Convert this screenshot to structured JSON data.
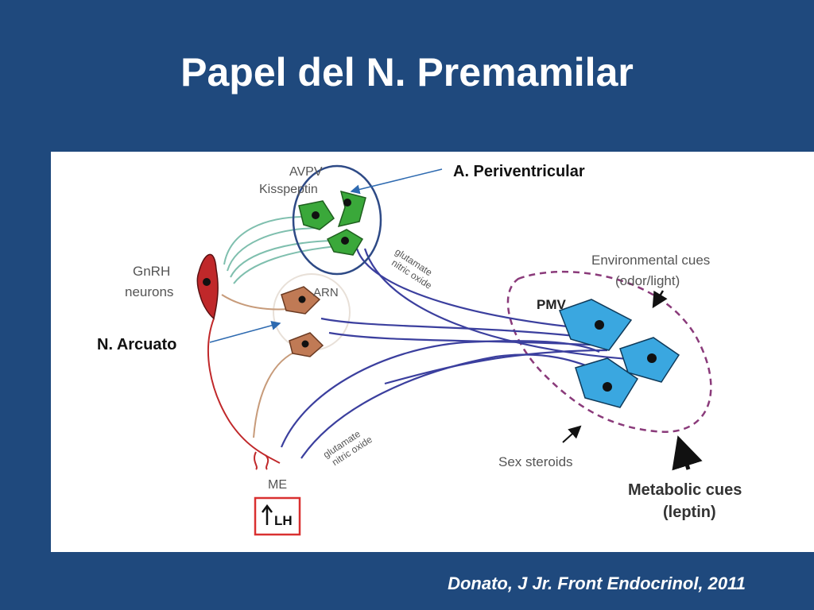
{
  "slide": {
    "title": "Papel del N. Premamilar",
    "citation": "Donato, J Jr. Front Endocrinol, 2011"
  },
  "diagram": {
    "labels": {
      "avpv": "AVPV",
      "kisspeptin": "Kisspeptin",
      "gnrh": "GnRH",
      "neurons": "neurons",
      "arn": "ARN",
      "pmv": "PMV",
      "environmental_cues_1": "Environmental cues",
      "environmental_cues_2": "(odor/light)",
      "sex_steroids": "Sex steroids",
      "metabolic_cues_1": "Metabolic cues",
      "metabolic_cues_2": "(leptin)",
      "me": "ME",
      "lh": "LH",
      "glutamate_top_1": "glutamate",
      "glutamate_top_2": "nitric oxide",
      "glutamate_bottom_1": "glutamate",
      "glutamate_bottom_2": "nitric oxide"
    },
    "annotations": {
      "periventricular": "A. Periventricular",
      "arcuato": "N. Arcuato"
    },
    "colors": {
      "kisspeptin_cell": "#3aa83a",
      "gnrh_cell": "#c0282a",
      "arn_cell": "#c07a55",
      "pmv_cell": "#3aa7e0",
      "blue_axon": "#3b3f9e",
      "teal_axon": "#7fbfae",
      "annotation_circle": "#2e4a86",
      "pmv_region": "#8a3a7a",
      "lh_box": "#d93030"
    }
  }
}
